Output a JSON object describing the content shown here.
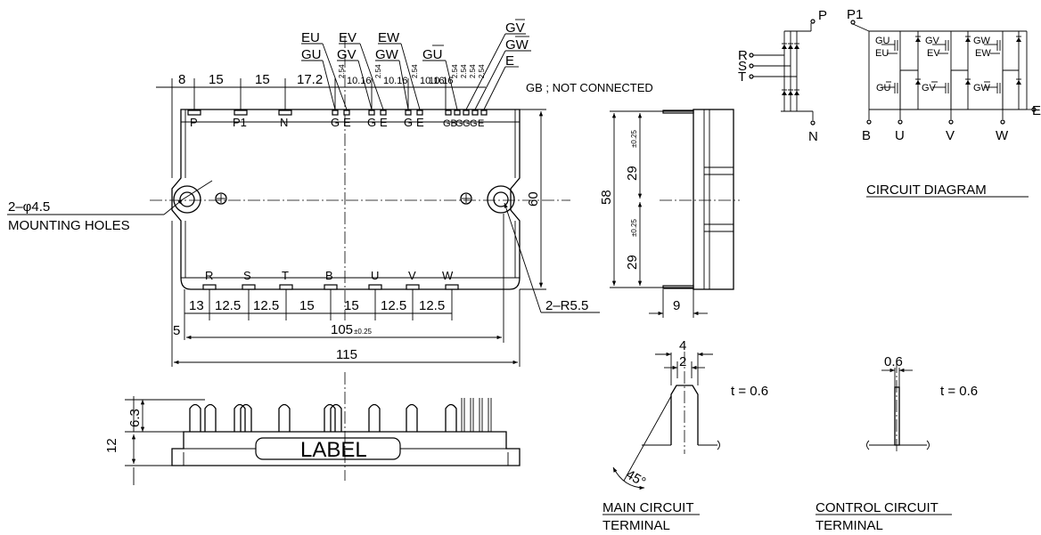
{
  "top_pins": [
    "P",
    "P1",
    "N",
    "G",
    "E",
    "G",
    "E",
    "G",
    "E",
    "GB",
    "G",
    "G",
    "G",
    "E"
  ],
  "bottom_pins": [
    "R",
    "S",
    "T",
    "B",
    "U",
    "V",
    "W"
  ],
  "signal_labels": {
    "eu": "EU",
    "gu": "GU",
    "ev": "EV",
    "gv": "GV",
    "ew": "EW",
    "gw": "GW",
    "gu_bar": "GU",
    "gv_bar": "GV",
    "gw_bar": "GW",
    "e": "E"
  },
  "top_dims": [
    "8",
    "15",
    "15",
    "17.2",
    "10.16",
    "10.16",
    "10.16",
    "10.16"
  ],
  "pitch_small": "2.54",
  "gb_note": "GB ; NOT CONNECTED",
  "hole_label": "2–φ4.5",
  "hole_label2": "MOUNTING HOLES",
  "radius_label": "2–R5.5",
  "bottom_dims": [
    "13",
    "12.5",
    "12.5",
    "15",
    "15",
    "12.5",
    "12.5"
  ],
  "dim_5": "5",
  "dim_105": "105",
  "tol": "±0.25",
  "dim_115": "115",
  "dim_60": "60",
  "dim_58": "58",
  "dim_29": "29",
  "dim_9": "9",
  "dim_63": "6.3",
  "dim_12": "12",
  "label_text": "LABEL",
  "terminal": {
    "w4": "4",
    "w2": "2",
    "angle": "45°",
    "thickness": "t = 0.6",
    "w06": "0.6",
    "thickness2": "t = 0.6",
    "main_title": "MAIN CIRCUIT",
    "main_sub": "TERMINAL",
    "ctrl_title": "CONTROL CIRCUIT",
    "ctrl_sub": "TERMINAL"
  },
  "circuit": {
    "p": "P",
    "p1": "P1",
    "r": "R",
    "s": "S",
    "t": "T",
    "n": "N",
    "e": "E",
    "b": "B",
    "u": "U",
    "v": "V",
    "w": "W",
    "gu": "GU",
    "eu": "EU",
    "gv": "GV",
    "ev": "EV",
    "gw": "GW",
    "ew": "EW",
    "gub": "GU",
    "gvb": "GV",
    "gwb": "GW",
    "title": "CIRCUIT DIAGRAM"
  }
}
